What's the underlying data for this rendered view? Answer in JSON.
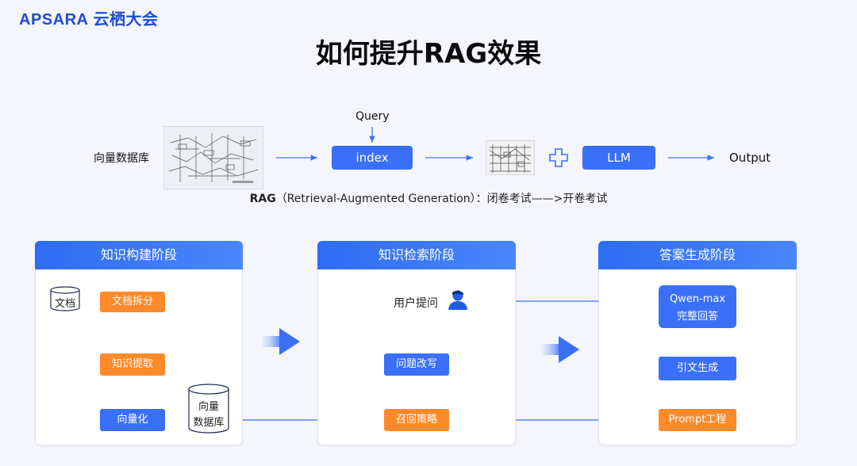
{
  "header": {
    "logo_latin": "APSARA",
    "logo_cn": "云栖大会"
  },
  "title": "如何提升RAG效果",
  "top_flow": {
    "source_label": "向量数据库",
    "query_label": "Query",
    "index_label": "index",
    "llm_label": "LLM",
    "output_label": "Output",
    "caption_bold": "RAG",
    "caption_rest": "（Retrieval-Augmented Generation）：闭卷考试——>开卷考试"
  },
  "panels": {
    "build": {
      "title": "知识构建阶段",
      "doc_label": "文档",
      "split_label": "文档拆分",
      "extract_label": "知识提取",
      "vectorize_label": "向量化",
      "db_line1": "向量",
      "db_line2": "数据库"
    },
    "retrieve": {
      "title": "知识检索阶段",
      "question_label": "用户提问",
      "rewrite_label": "问题改写",
      "recall_label": "召回策略"
    },
    "generate": {
      "title": "答案生成阶段",
      "model_line1": "Qwen-max",
      "model_line2": "完整回答",
      "cite_label": "引文生成",
      "prompt_label": "Prompt工程"
    }
  },
  "colors": {
    "accent_blue": "#3a6ff7",
    "accent_orange": "#ff8a2a",
    "logo_blue": "#1e4bd8"
  },
  "icons": [
    "database-icon",
    "user-icon",
    "plus-icon",
    "chevron-arrow-icon"
  ]
}
